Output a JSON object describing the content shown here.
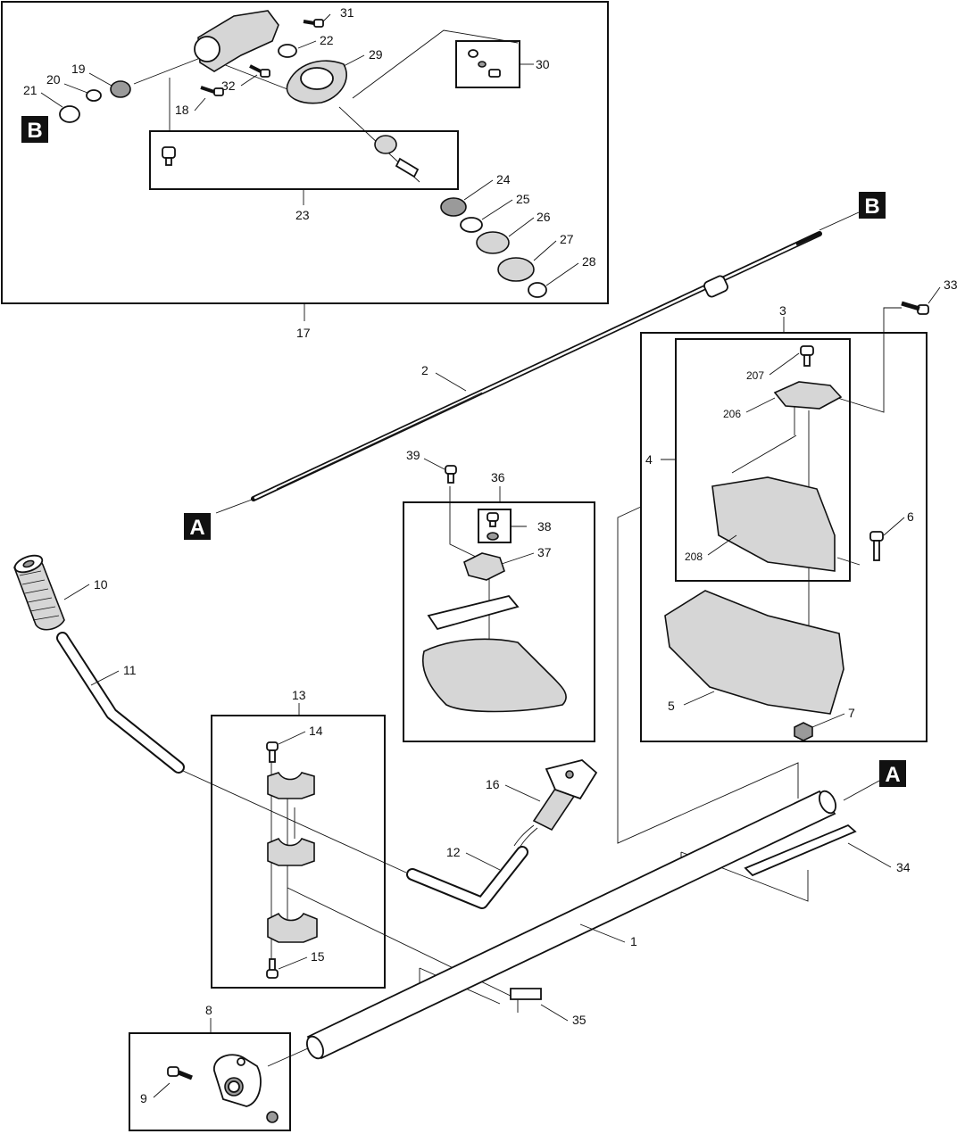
{
  "labels": {
    "p1": "1",
    "p2": "2",
    "p3": "3",
    "p4": "4",
    "p5": "5",
    "p6": "6",
    "p7": "7",
    "p8": "8",
    "p9": "9",
    "p10": "10",
    "p11": "11",
    "p12": "12",
    "p13": "13",
    "p14": "14",
    "p15": "15",
    "p16": "16",
    "p17": "17",
    "p18": "18",
    "p19": "19",
    "p20": "20",
    "p21": "21",
    "p22": "22",
    "p23": "23",
    "p24": "24",
    "p25": "25",
    "p26": "26",
    "p27": "27",
    "p28": "28",
    "p29": "29",
    "p30": "30",
    "p31": "31",
    "p32": "32",
    "p33": "33",
    "p34": "34",
    "p35": "35",
    "p36": "36",
    "p37": "37",
    "p38": "38",
    "p39": "39",
    "p206": "206",
    "p207": "207",
    "p208": "208"
  },
  "markers": {
    "a": "A",
    "b": "B"
  }
}
